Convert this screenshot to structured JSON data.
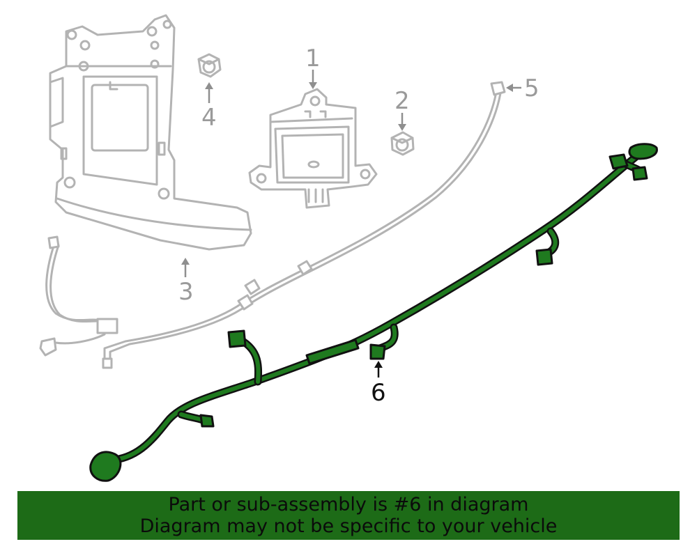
{
  "diagram": {
    "callouts": [
      {
        "number": "1",
        "part": "module"
      },
      {
        "number": "2",
        "part": "nut"
      },
      {
        "number": "3",
        "part": "bracket"
      },
      {
        "number": "4",
        "part": "nut"
      },
      {
        "number": "5",
        "part": "connector cable"
      },
      {
        "number": "6",
        "part": "wire harness",
        "highlighted": true
      }
    ],
    "colors": {
      "highlight": "#1f7a1f",
      "line": "#b3b3b3",
      "banner": "#1d6b17"
    }
  },
  "banner": {
    "line1": "Part or sub-assembly is #6 in diagram",
    "line2": "Diagram may not be specific to your vehicle"
  }
}
